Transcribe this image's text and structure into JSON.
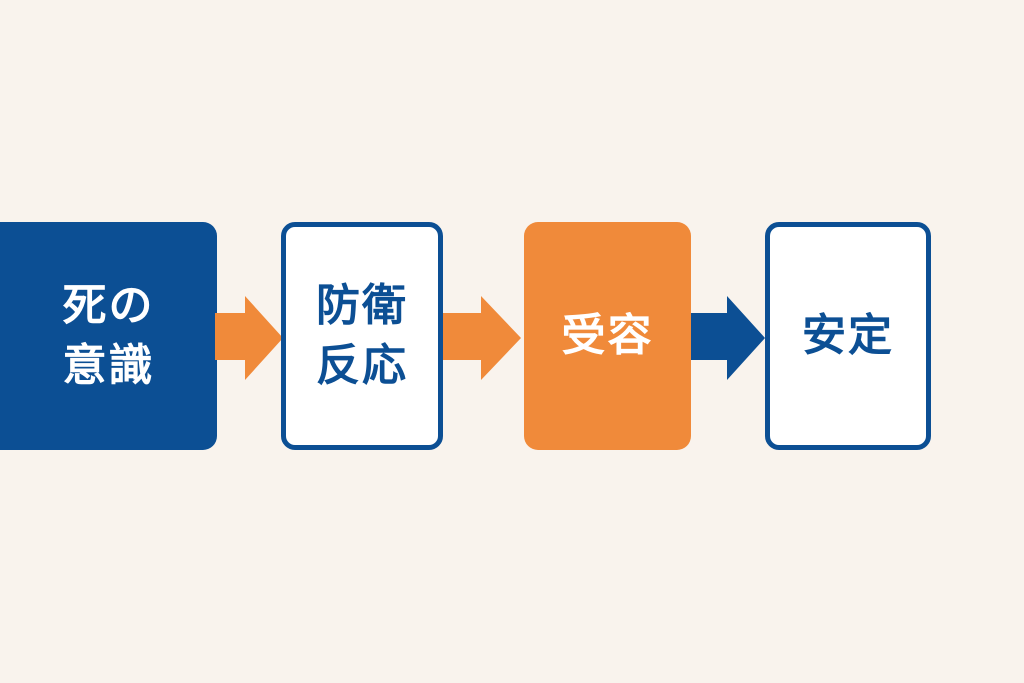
{
  "colors": {
    "blue": "#0c4f94",
    "orange": "#f08a3a",
    "background": "#f9f3ed"
  },
  "steps": [
    {
      "label": "死の\n意識"
    },
    {
      "label": "防衛\n反応"
    },
    {
      "label": "受容"
    },
    {
      "label": "安定"
    }
  ]
}
